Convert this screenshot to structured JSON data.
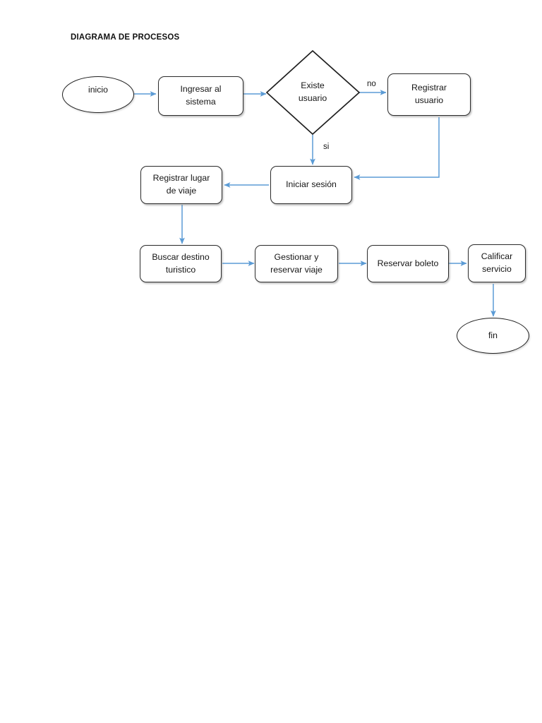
{
  "document": {
    "title": "DIAGRAMA DE PROCESOS",
    "background_color": "#ffffff",
    "page_size": "768x1024"
  },
  "style": {
    "shape_stroke_color": "#2b2b2b",
    "shape_fill_color": "#ffffff",
    "connector_color": "#5b9bd5",
    "text_color": "#151515"
  },
  "nodes": {
    "start": {
      "label": "inicio",
      "shape": "ellipse"
    },
    "ingresar_sistema": {
      "label": "Ingresar al\nsistema",
      "shape": "process"
    },
    "existe_usuario": {
      "label": "Existe\nusuario",
      "shape": "decision"
    },
    "registrar_usuario": {
      "label": "Registrar\nusuario",
      "shape": "process"
    },
    "iniciar_sesion": {
      "label": "Iniciar sesión",
      "shape": "process"
    },
    "registrar_lugar_viaje": {
      "label": "Registrar lugar\nde viaje",
      "shape": "process"
    },
    "buscar_destino": {
      "label": "Buscar destino\nturistico",
      "shape": "process"
    },
    "gestionar_reservar_viaje": {
      "label": "Gestionar y\nreservar viaje",
      "shape": "process"
    },
    "reservar_boleto": {
      "label": "Reservar boleto",
      "shape": "process"
    },
    "calificar_servicio": {
      "label": "Calificar\nservicio",
      "shape": "process"
    },
    "end": {
      "label": "fin",
      "shape": "ellipse"
    }
  },
  "edge_labels": {
    "no": "no",
    "si": "si"
  },
  "flow": [
    {
      "from": "inicio",
      "to": "Ingresar al sistema",
      "label": ""
    },
    {
      "from": "Ingresar al sistema",
      "to": "Existe usuario",
      "label": ""
    },
    {
      "from": "Existe usuario",
      "to": "Registrar usuario",
      "label": "no"
    },
    {
      "from": "Existe usuario",
      "to": "Iniciar sesión",
      "label": "si"
    },
    {
      "from": "Registrar usuario",
      "to": "Iniciar sesión",
      "label": ""
    },
    {
      "from": "Iniciar sesión",
      "to": "Registrar lugar de viaje",
      "label": ""
    },
    {
      "from": "Registrar lugar de viaje",
      "to": "Buscar destino turistico",
      "label": ""
    },
    {
      "from": "Buscar destino turistico",
      "to": "Gestionar y reservar viaje",
      "label": ""
    },
    {
      "from": "Gestionar y reservar viaje",
      "to": "Reservar boleto",
      "label": ""
    },
    {
      "from": "Reservar boleto",
      "to": "Calificar servicio",
      "label": ""
    },
    {
      "from": "Calificar servicio",
      "to": "fin",
      "label": ""
    }
  ]
}
